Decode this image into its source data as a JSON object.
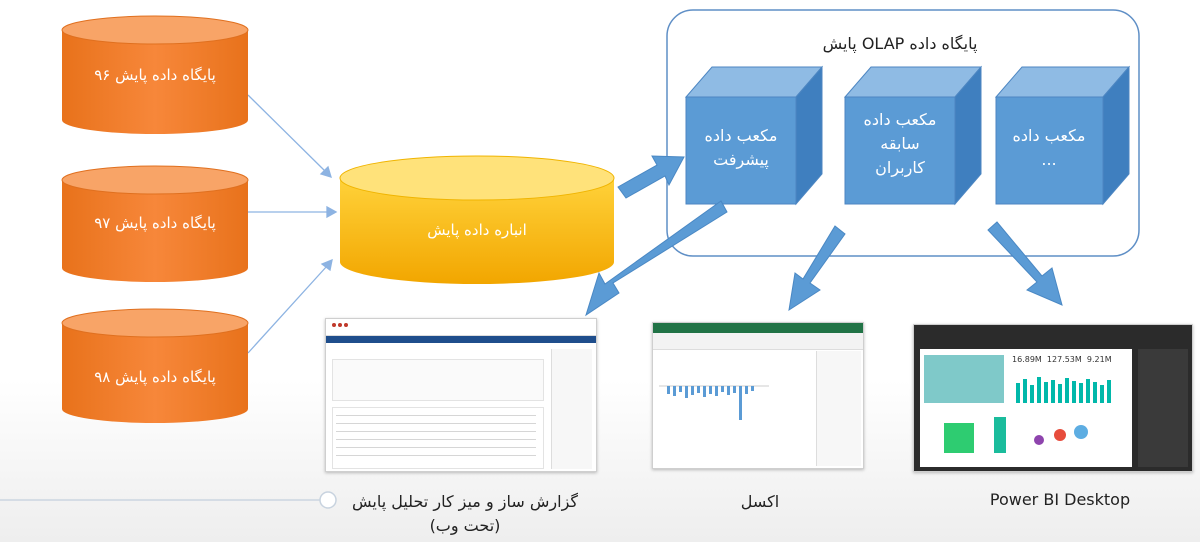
{
  "sources": [
    {
      "label": "پایگاه داده پایش ۹۶"
    },
    {
      "label": "پایگاه داده پایش ۹۷"
    },
    {
      "label": "پایگاه داده پایش ۹۸"
    }
  ],
  "warehouse": {
    "label": "انباره داده پایش"
  },
  "olap": {
    "title": "پایگاه داده OLAP پایش",
    "cubes": [
      {
        "lines": [
          "مکعب داده",
          "پیشرفت"
        ]
      },
      {
        "lines": [
          "مکعب داده",
          "سابقه",
          "کاربران"
        ]
      },
      {
        "lines": [
          "مکعب داده",
          "..."
        ]
      }
    ]
  },
  "tools": [
    {
      "caption_line1": "گزارش ساز و میز کار تحلیل پایش",
      "caption_line2": "(تحت وب)"
    },
    {
      "caption_line1": "اکسل"
    },
    {
      "caption_line1": "Power BI Desktop",
      "kpis": [
        "16.89M",
        "127.53M",
        "9.21M"
      ]
    }
  ],
  "colors": {
    "orange": "#f07b1f",
    "yellow": "#ffc000",
    "blue": "#5b9bd5",
    "excel_green": "#217346",
    "powerbi_dark": "#2b2b2b"
  }
}
